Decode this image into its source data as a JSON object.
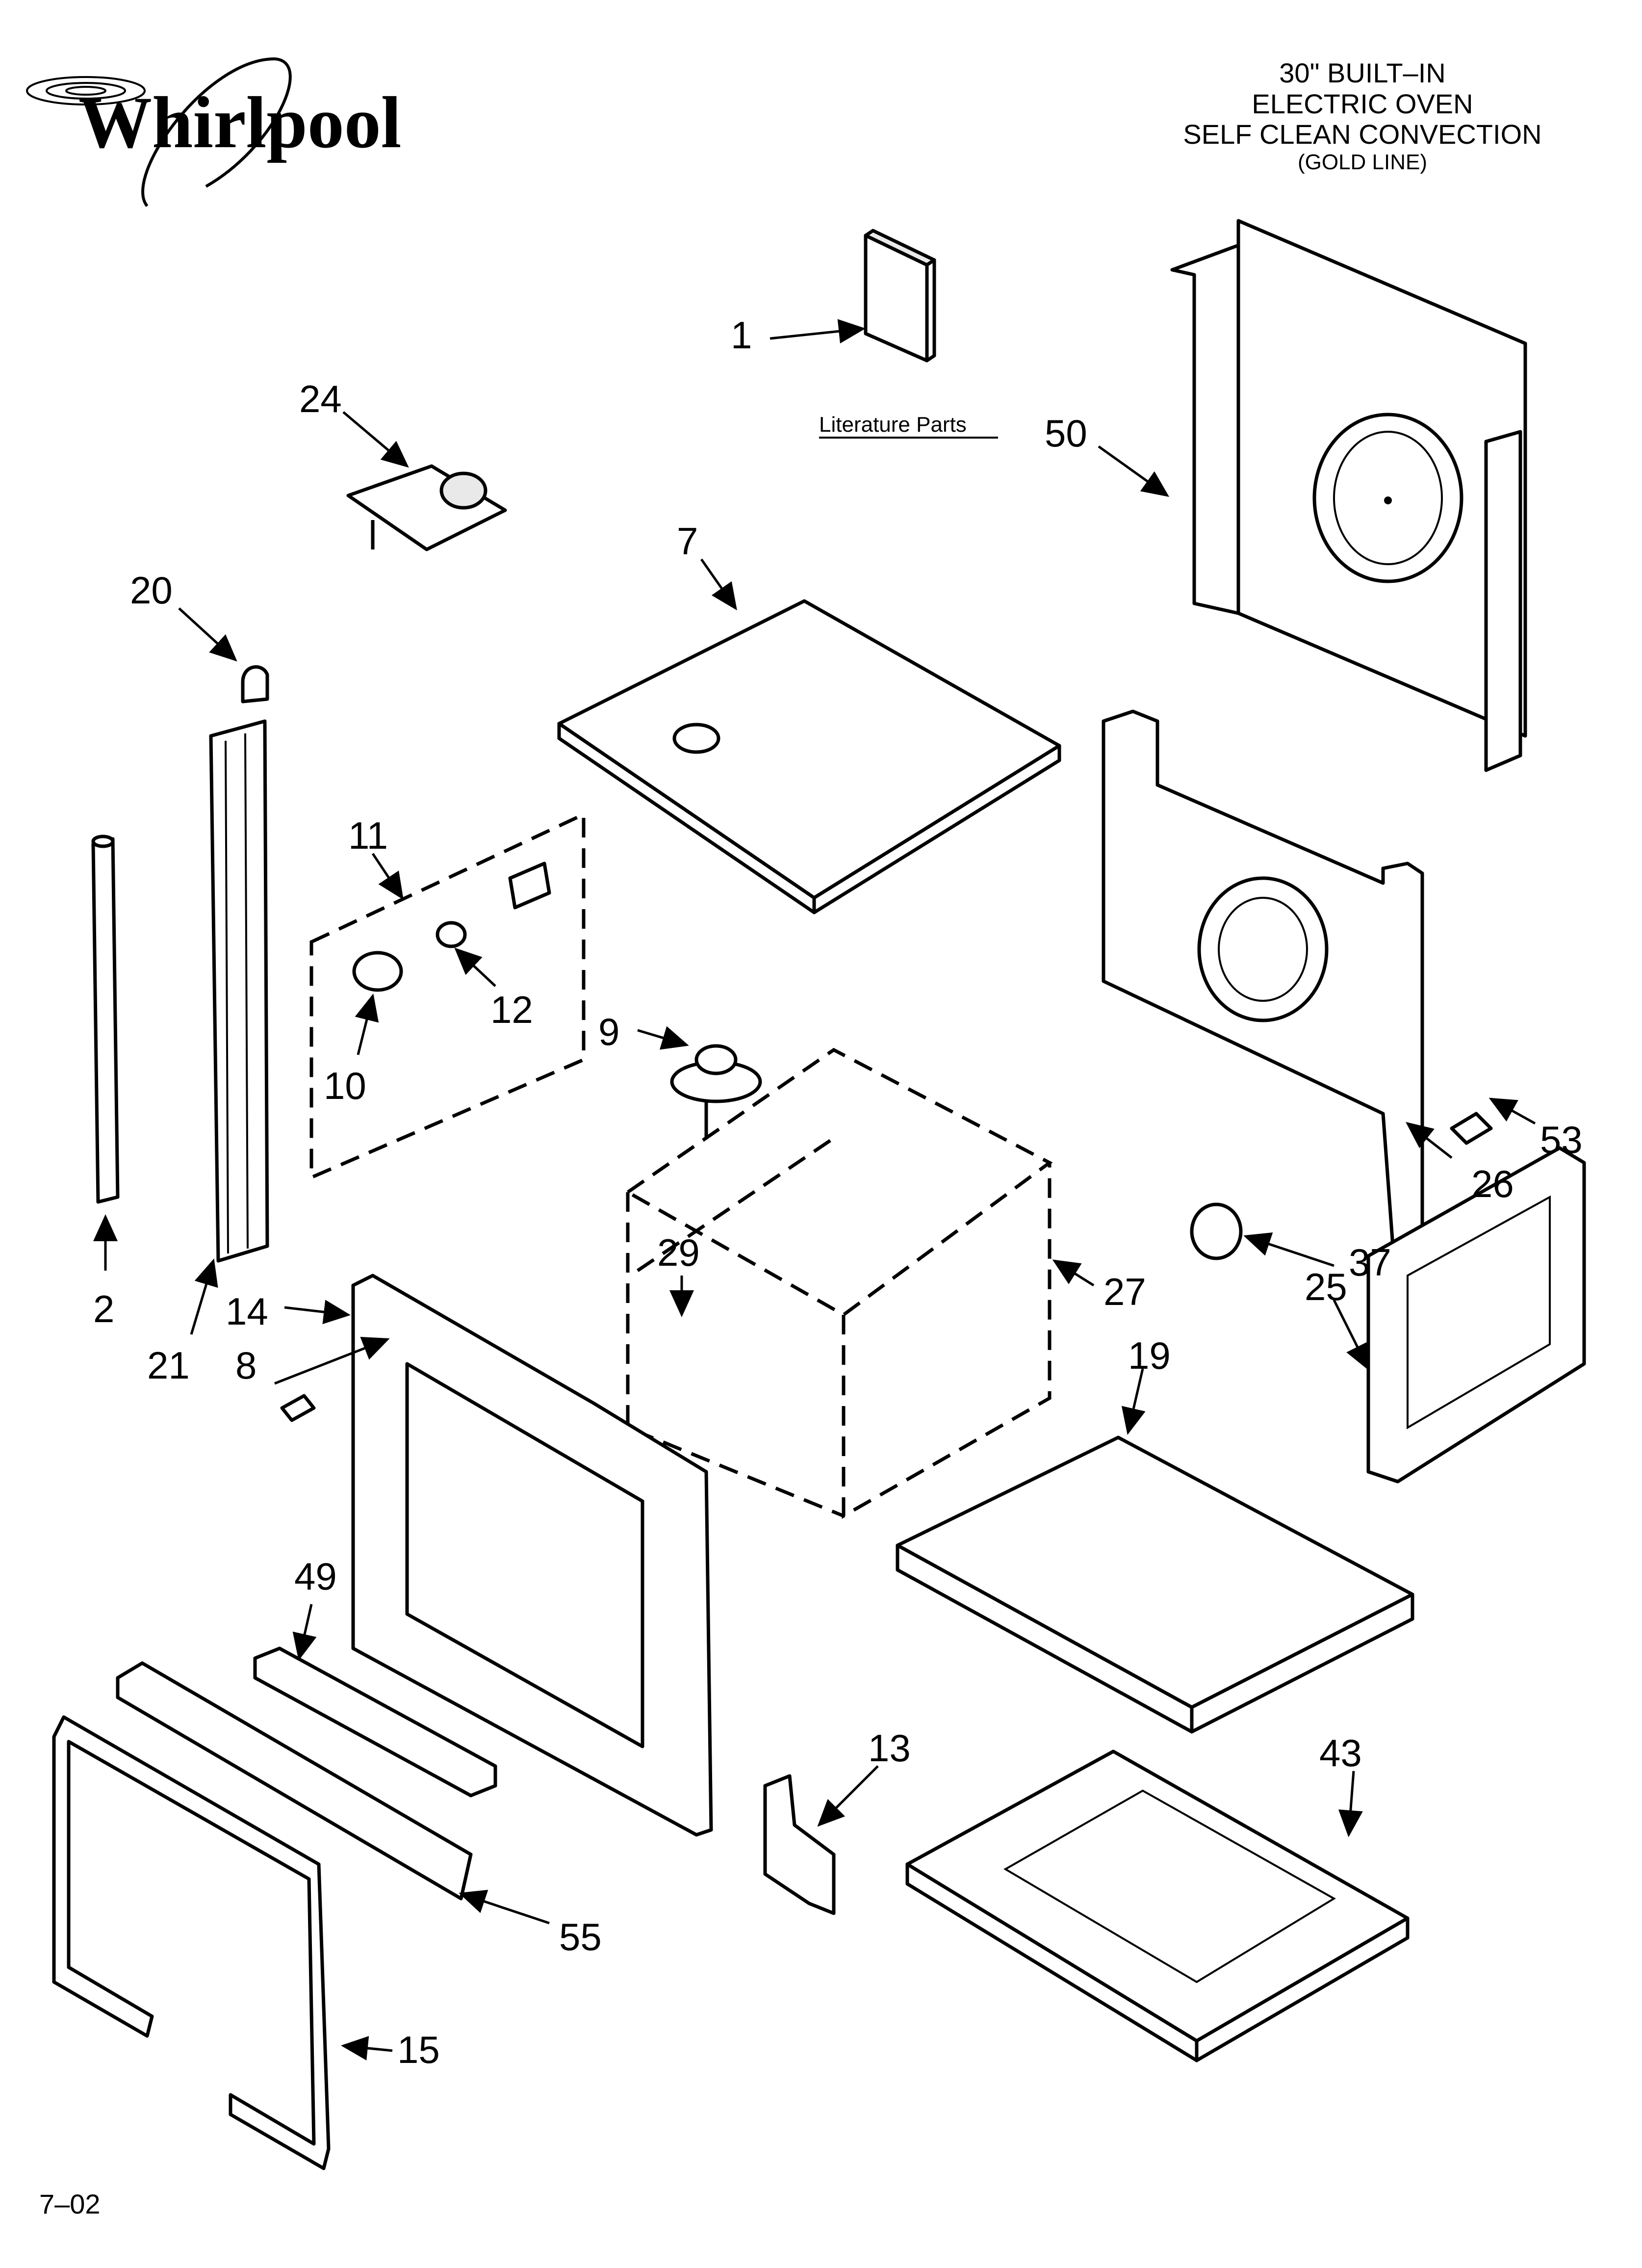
{
  "brand": {
    "logo": "Whirlpool"
  },
  "title": {
    "line1": "30\" BUILT–IN",
    "line2": "ELECTRIC OVEN",
    "line3": "SELF CLEAN CONVECTION",
    "line4": "(GOLD LINE)"
  },
  "literature_label": "Literature Parts",
  "footer_code": "7–02",
  "callouts": [
    "1",
    "24",
    "50",
    "7",
    "20",
    "11",
    "12",
    "10",
    "9",
    "2",
    "21",
    "14",
    "8",
    "29",
    "27",
    "26",
    "53",
    "37",
    "25",
    "19",
    "49",
    "13",
    "43",
    "55",
    "15"
  ],
  "colors": {
    "ink": "#000000",
    "paper": "#ffffff"
  }
}
